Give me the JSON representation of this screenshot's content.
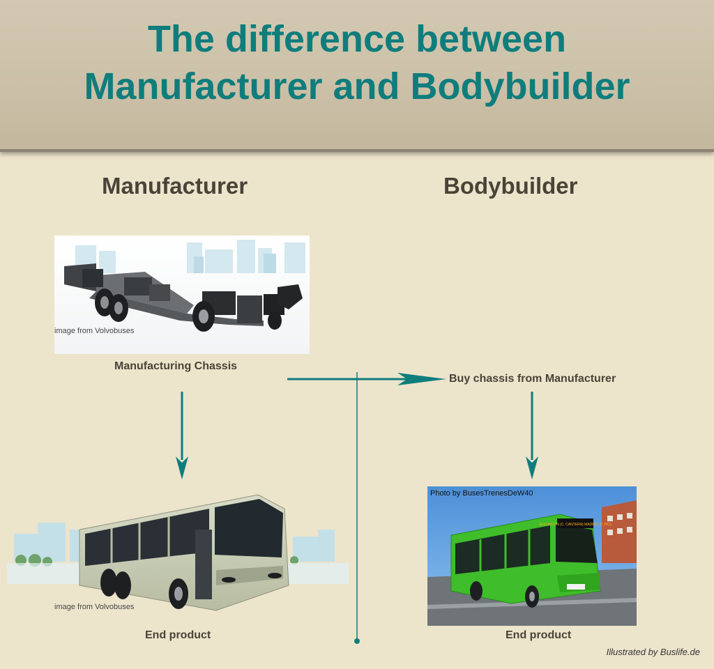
{
  "header": {
    "title_line1": "The difference between",
    "title_line2": "Manufacturer and Bodybuilder"
  },
  "manufacturer": {
    "heading": "Manufacturer",
    "chassis_image_credit": "image from Volvobuses",
    "chassis_caption": "Manufacturing Chassis",
    "bus_image_credit": "image from Volvobuses",
    "end_caption": "End product"
  },
  "bodybuilder": {
    "heading": "Bodybuilder",
    "chassis_caption": "Buy chassis from Manufacturer",
    "photo_credit": "Photo by BusesTrenesDeW40",
    "end_caption": "End product",
    "bus_destination": "ALCORCON (C. CANTERA) MADRID (P. PIO)"
  },
  "footer": {
    "signature": "Illustrated by Buslife.de"
  },
  "colors": {
    "accent": "#0f7d7c",
    "background": "#ede4cc",
    "header_bg": "#cbc0a7",
    "text": "#4a4337"
  }
}
